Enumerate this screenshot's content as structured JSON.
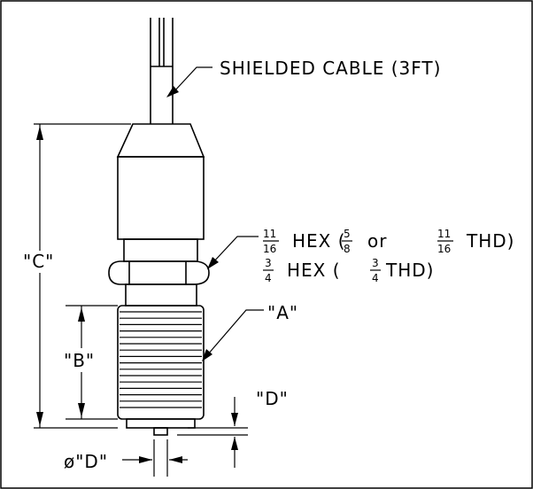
{
  "drawing": {
    "cable_label": "SHIELDED CABLE (3FT)",
    "hex_callout": {
      "line1": {
        "frac_a_num": "11",
        "frac_a_den": "16",
        "mid": "HEX (",
        "frac_b_num": "5",
        "frac_b_den": "8",
        "or": "or",
        "frac_c_num": "11",
        "frac_c_den": "16",
        "end": "THD)"
      },
      "line2": {
        "frac_a_num": "3",
        "frac_a_den": "4",
        "mid": "HEX (",
        "frac_b_num": "3",
        "frac_b_den": "4",
        "end": "THD)"
      }
    },
    "dim_a": "\"A\"",
    "dim_b": "\"B\"",
    "dim_c": "\"C\"",
    "dim_d_right": "\"D\"",
    "dim_d_bottom": "ø\"D\""
  }
}
